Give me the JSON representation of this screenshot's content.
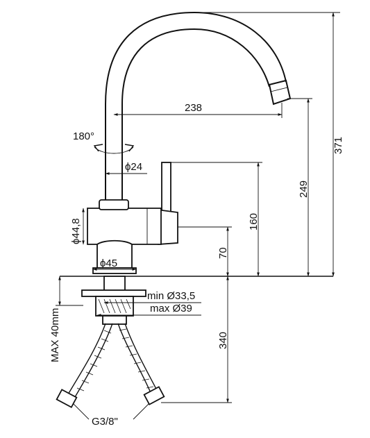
{
  "dimensions": {
    "spout_reach": "238",
    "total_height": "371",
    "spout_height": "249",
    "lever_height": "160",
    "base_height": "70",
    "hose_length": "340",
    "rotation": "180°",
    "spout_diameter": "ϕ24",
    "body_diameter": "ϕ44,8",
    "base_diameter": "ϕ45",
    "hole_min": "min Ø33,5",
    "hole_max": "max Ø39",
    "max_thickness": "MAX 40mm",
    "thread": "G3/8\""
  }
}
